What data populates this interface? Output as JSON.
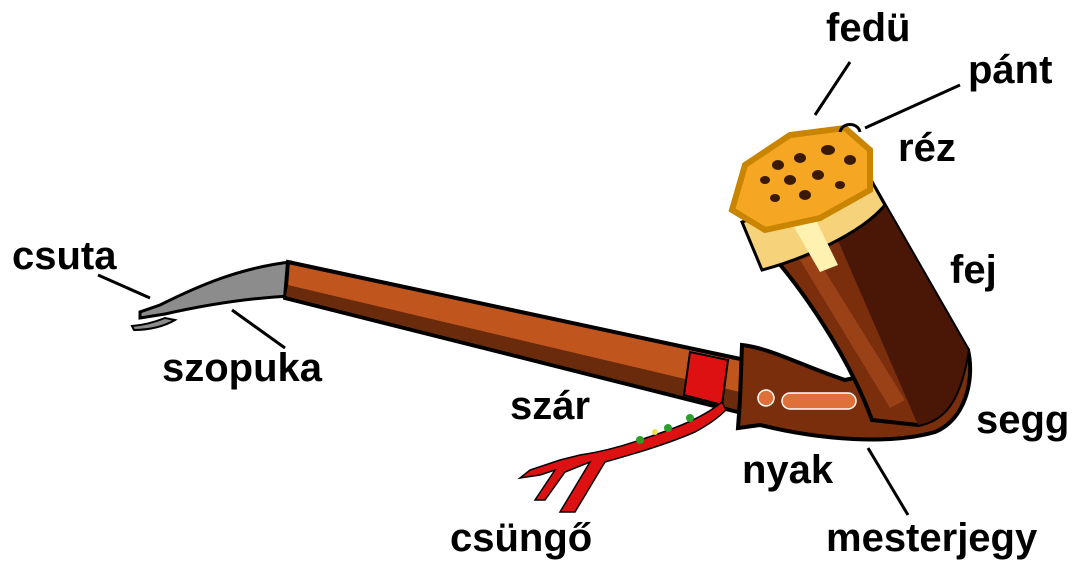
{
  "labels": {
    "fedu": "fedü",
    "pant": "pánt",
    "rez": "réz",
    "csuta": "csuta",
    "fej": "fej",
    "szopuka": "szopuka",
    "szar": "szár",
    "segg": "segg",
    "nyak": "nyak",
    "csungo": "csüngő",
    "mesterjegy": "mesterjegy"
  },
  "colors": {
    "outline": "#000000",
    "stem": "#c0561e",
    "stem_dark": "#6a2a0c",
    "bowl": "#7a2e0c",
    "bowl_dark": "#4a1606",
    "lid": "#f5a623",
    "lid_dark": "#c98400",
    "band": "#f6d37a",
    "band_light": "#fff2b0",
    "mouthpiece": "#8c8c8c",
    "tassel": "#dd1111",
    "tassel_bead": "#2aa02a",
    "stamp": "#e0703a"
  }
}
